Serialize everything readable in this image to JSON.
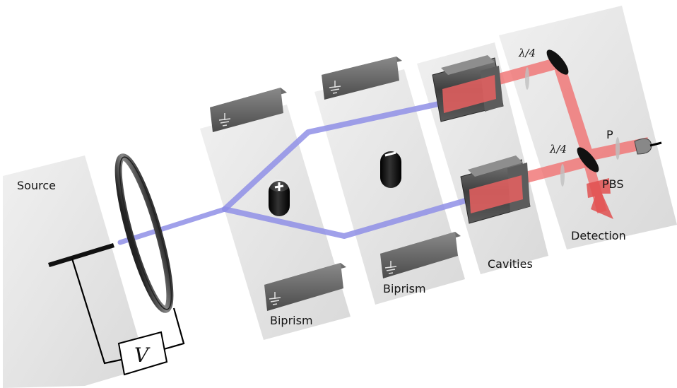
{
  "labels": {
    "source": "Source",
    "voltage": "V",
    "biprism_left": "Biprism",
    "biprism_right": "Biprism",
    "cavities": "Cavities",
    "detection": "Detection",
    "pbs": "PBS",
    "polarizer": "P",
    "quarter_wave_top": "λ/4",
    "quarter_wave_bottom": "λ/4"
  },
  "colors": {
    "panel": "#e8e8e8",
    "electron_beam": "#8f8fe6",
    "laser_beam": "#f07070",
    "metal_dark": "#4a4a4a",
    "wire": "#000000"
  },
  "icons": {
    "ground": "ground-symbol-icon",
    "plus": "plus-charge-icon",
    "minus": "minus-charge-icon"
  }
}
